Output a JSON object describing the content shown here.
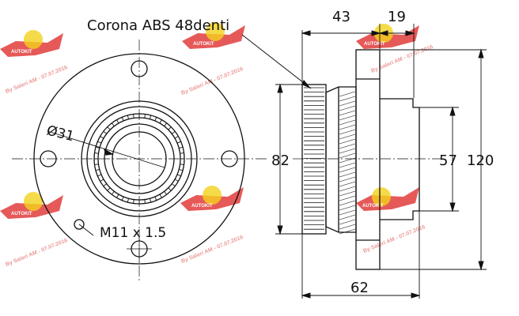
{
  "labels": {
    "corona": "Corona ABS 48denti",
    "diameter": "Ø31",
    "thread": "M11 x 1.5"
  },
  "dimensions": {
    "depth_hub": "43",
    "flange_thickness": "19",
    "abs_ring_diameter": "82",
    "pilot_diameter": "57",
    "flange_diameter": "120",
    "overall_length": "62"
  },
  "watermark": {
    "text": "By Saleri AM - 07.07.2016",
    "brand": "AUTOKIT"
  },
  "colors": {
    "line": "#111111",
    "watermark": "#d44444"
  }
}
